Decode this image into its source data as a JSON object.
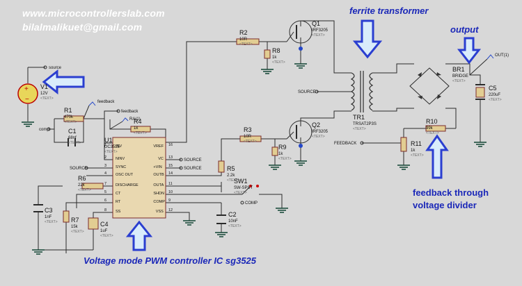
{
  "header": {
    "website": "www.microcontrollerslab.com",
    "email": "bilalmalikuet@gmail.com"
  },
  "annotations": {
    "ferrite_transformer": "ferrite transformer",
    "output": "output",
    "feedback_divider_line1": "feedback through",
    "feedback_divider_line2": "voltage divider",
    "pwm_controller": "Voltage mode PWM controller IC sg3525"
  },
  "components": {
    "v1": {
      "ref": "V1",
      "value": "12V",
      "text": "<TEXT>"
    },
    "r1": {
      "ref": "R1",
      "value": "470k",
      "text": "<TEXT>"
    },
    "c1": {
      "ref": "C1",
      "value": "68nf",
      "text": "<TEXT>"
    },
    "r2": {
      "ref": "R2",
      "value": "10R",
      "text": "<TEXT>"
    },
    "r8": {
      "ref": "R8",
      "value": "1k",
      "text": "<TEXT>"
    },
    "q1": {
      "ref": "Q1",
      "value": "IRF3205",
      "text": "<TEXT>"
    },
    "q2": {
      "ref": "Q2",
      "value": "IRF3205",
      "text": "<TEXT>"
    },
    "r3": {
      "ref": "R3",
      "value": "10R",
      "text": "<TEXT>"
    },
    "r9": {
      "ref": "R9",
      "value": "1k",
      "text": "<TEXT>"
    },
    "r4": {
      "ref": "R4",
      "value": "1k",
      "text": "<TEXT>"
    },
    "u1": {
      "ref": "U1",
      "value": "UC3525",
      "text": "<TEXT>"
    },
    "r5": {
      "ref": "R5",
      "value": "2.2k",
      "text": "<TEXT>"
    },
    "r6": {
      "ref": "R6",
      "value": "22k",
      "text": "<TEXT>"
    },
    "r7": {
      "ref": "R7",
      "value": "15k",
      "text": "<TEXT>"
    },
    "c3": {
      "ref": "C3",
      "value": "1nF",
      "text": "<TEXT>"
    },
    "c4": {
      "ref": "C4",
      "value": "1uF",
      "text": "<TEXT>"
    },
    "c2": {
      "ref": "C2",
      "value": "10nF",
      "text": "<TEXT>"
    },
    "sw1": {
      "ref": "SW1",
      "value": "SW-SPST",
      "text": "<TEXT>"
    },
    "tr1": {
      "ref": "TR1",
      "value": "TRSAT2P3S",
      "text": "<TEXT>"
    },
    "br1": {
      "ref": "BR1",
      "value": "BRIDGE",
      "text": "<TEXT>"
    },
    "c5": {
      "ref": "C5",
      "value": "220uF",
      "text": "<TEXT>"
    },
    "r10": {
      "ref": "R10",
      "value": "99k",
      "text": "<TEXT>"
    },
    "r11": {
      "ref": "R11",
      "value": "1k",
      "text": "<TEXT>"
    }
  },
  "net_labels": {
    "source_top": "source",
    "feedback_probe": "feedback",
    "feedback_node": "feedback",
    "comp_node": "comp",
    "ra1": "RA(1)",
    "source_mid": "SOURCE",
    "source_u1": "SOURCE",
    "source_vc": "SOURCE",
    "source_vin": "SOURCE",
    "source_tr": "SOURCE",
    "comp_sw": "COMP",
    "feedback_right": "FEEDBACK",
    "out_probe": "OUT(1)"
  },
  "u1_pins": {
    "left": [
      "INV",
      "NINV",
      "SYNC",
      "OSC OUT",
      "DISCHARGE",
      "CT",
      "RT",
      "SS"
    ],
    "left_nums": [
      "1",
      "2",
      "3",
      "4",
      "7",
      "5",
      "6",
      "8"
    ],
    "right": [
      "VREF",
      "VC",
      "+VIN",
      "OUTB",
      "OUTA",
      "SHDN",
      "COMP",
      "VSS"
    ],
    "right_nums": [
      "16",
      "13",
      "15",
      "14",
      "11",
      "10",
      "9",
      "12"
    ]
  }
}
